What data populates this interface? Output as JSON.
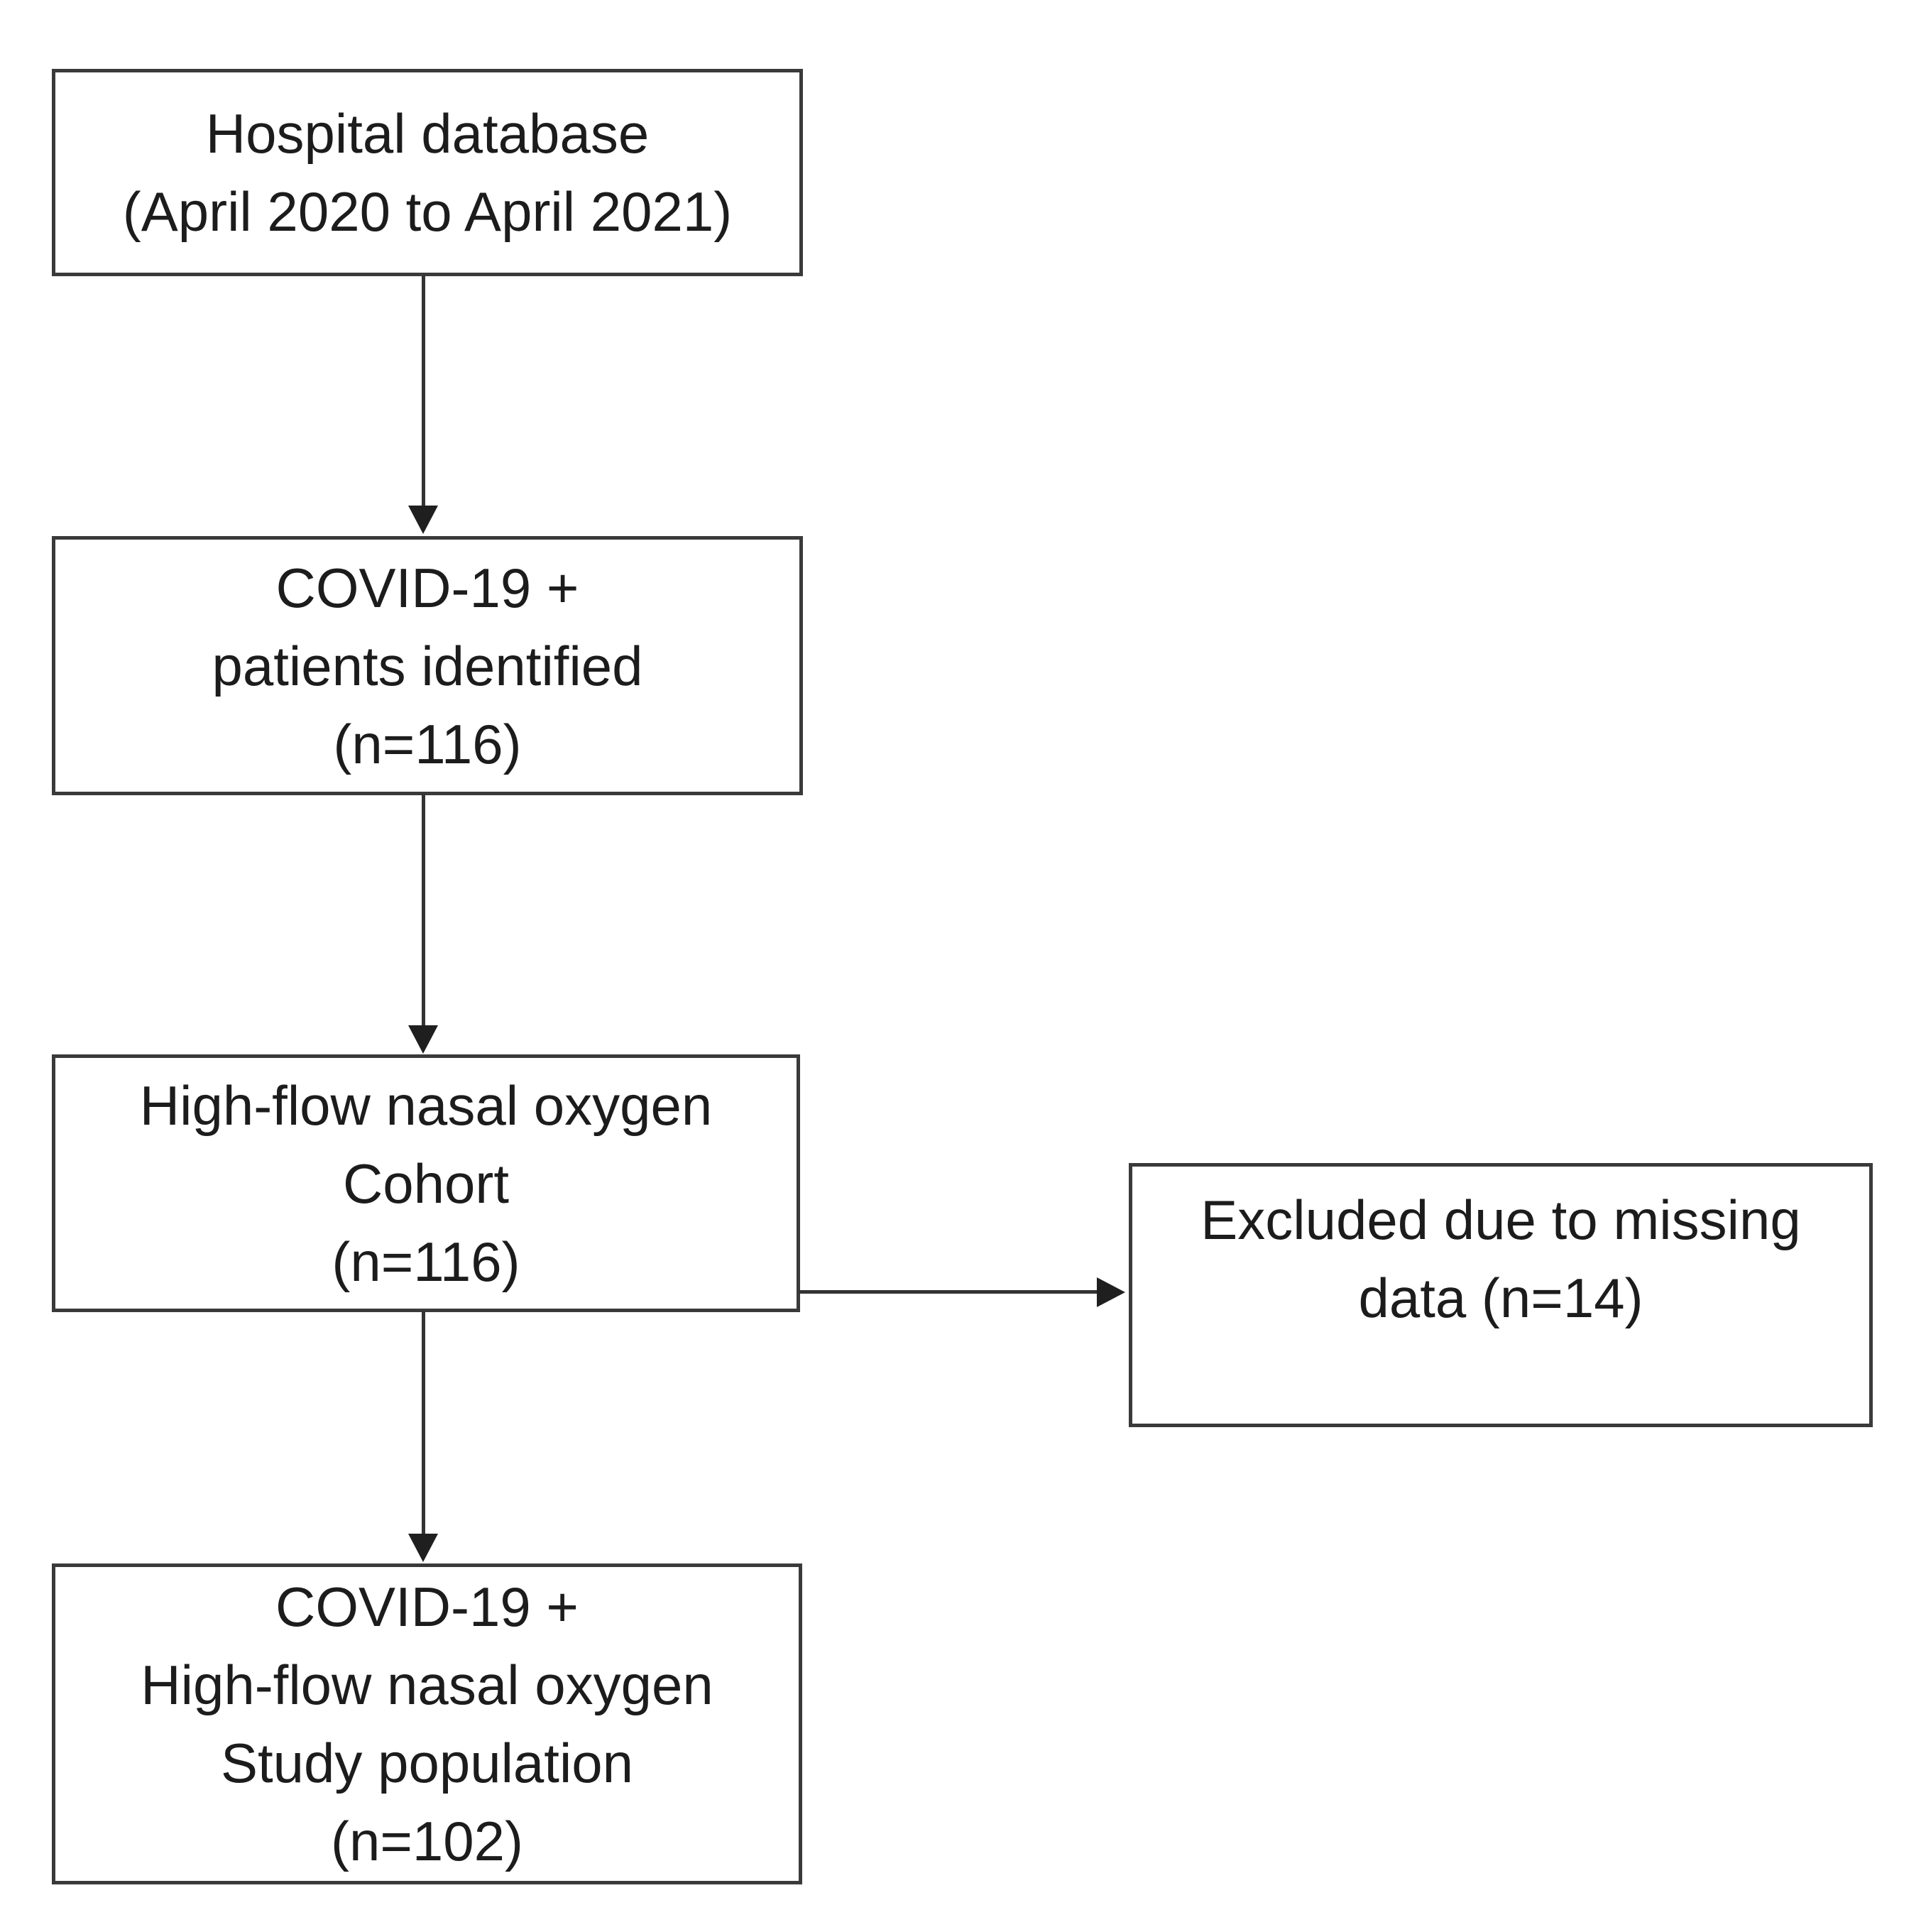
{
  "flowchart": {
    "type": "patient-selection-flow-diagram",
    "boxes": [
      {
        "id": "hospital-database",
        "lines": [
          "Hospital database",
          "(April 2020 to April 2021)"
        ]
      },
      {
        "id": "covid-patients-identified",
        "lines": [
          "COVID-19 +",
          "patients identified",
          "(n=116)"
        ]
      },
      {
        "id": "hfno-cohort",
        "lines": [
          "High-flow nasal oxygen",
          "Cohort",
          "(n=116)"
        ]
      },
      {
        "id": "excluded-missing-data",
        "lines": [
          "Excluded due to missing",
          "data (n=14)"
        ]
      },
      {
        "id": "study-population",
        "lines": [
          "COVID-19 +",
          "High-flow nasal oxygen",
          "Study population",
          "(n=102)"
        ]
      }
    ],
    "edges": [
      {
        "from": "hospital-database",
        "to": "covid-patients-identified",
        "direction": "down"
      },
      {
        "from": "covid-patients-identified",
        "to": "hfno-cohort",
        "direction": "down"
      },
      {
        "from": "hfno-cohort",
        "to": "excluded-missing-data",
        "direction": "right"
      },
      {
        "from": "hfno-cohort",
        "to": "study-population",
        "direction": "down"
      }
    ],
    "colors": {
      "background": "#ffffff",
      "box_border": "#3a3a3a",
      "arrow": "#2a2a2a",
      "text": "#1c1c1c"
    }
  }
}
